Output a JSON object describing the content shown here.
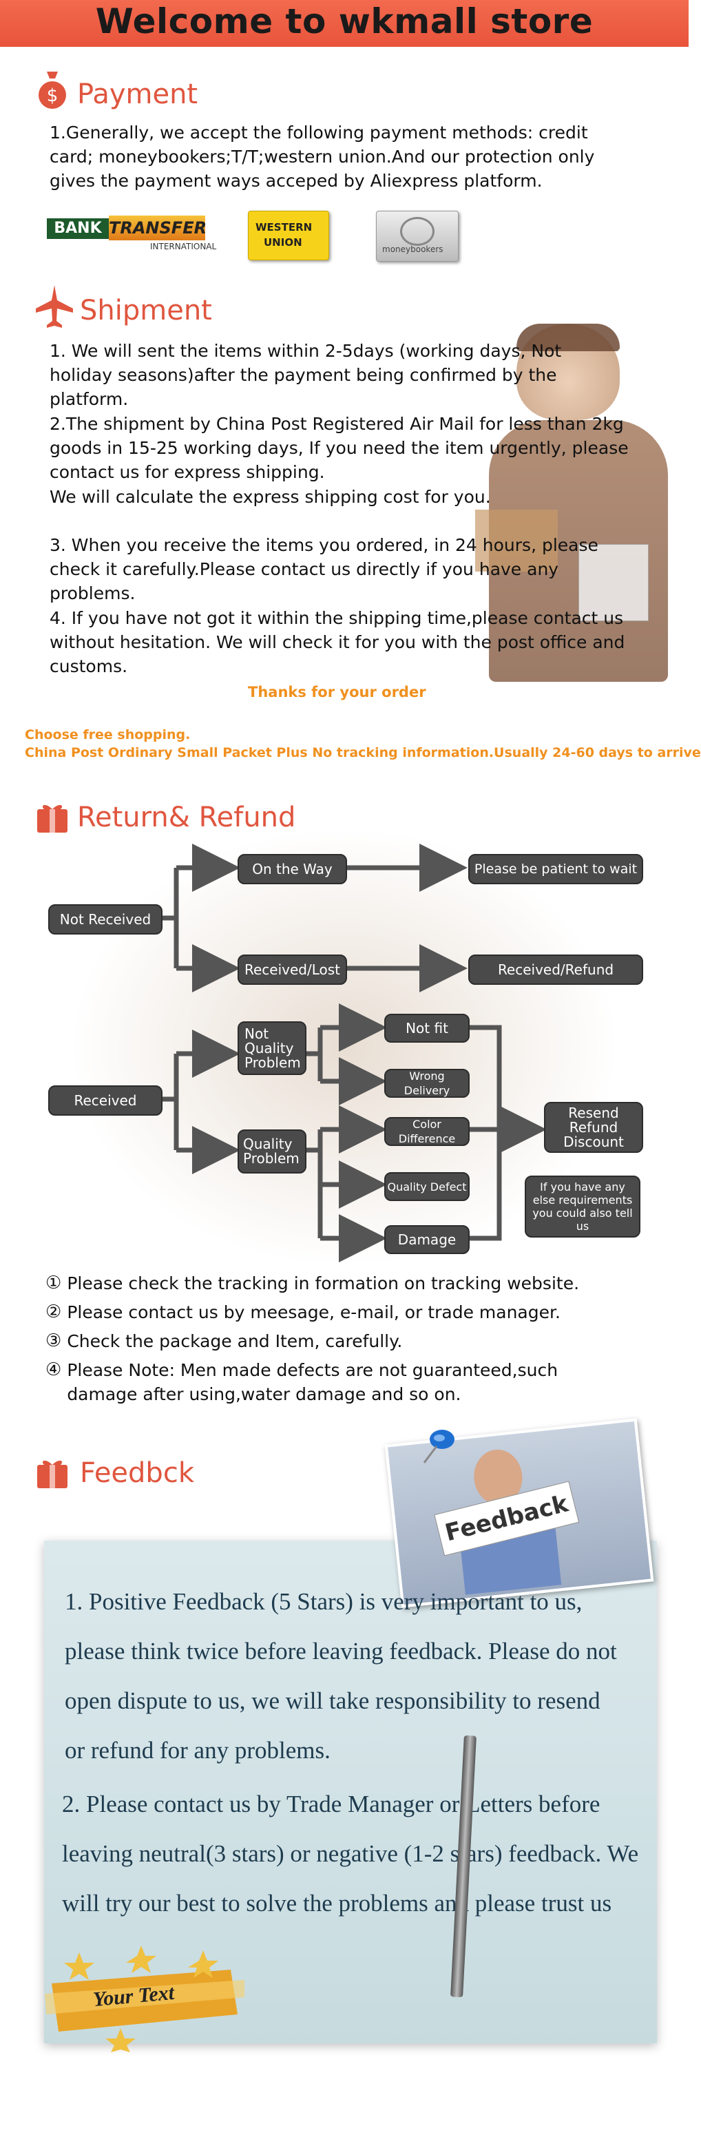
{
  "banner": {
    "title": "Welcome to wkmall store"
  },
  "payment": {
    "title": "Payment",
    "text": "1.Generally, we accept the following payment methods: credit card; moneybookers;T/T;western union.And our protection only gives the payment ways acceped by Aliexpress platform.",
    "logos": {
      "bank1": "BANK",
      "bank2": "TRANSFER",
      "bank3": "INTERNATIONAL",
      "wu1": "WESTERN",
      "wu2": "UNION",
      "mb": "moneybookers"
    }
  },
  "shipment": {
    "title": "Shipment",
    "p1": "1. We will sent the items within 2-5days (working days, Not holiday seasons)after the payment being confirmed by the platform.",
    "p2": "2.The shipment by China Post Registered Air Mail for less than  2kg goods in 15-25 working days, If  you need the item urgently, please contact us for express shipping.",
    "p2b": "We will calculate the express shipping cost for you.",
    "p3": "3. When you receive the items you ordered, in 24 hours, please check  it carefully.Please contact us directly if you have any problems.",
    "p4": "4. If you have not got it within the shipping time,please contact us without hesitation. We will check it for you with the post office and customs.",
    "thanks": "Thanks for your order",
    "free1": "Choose free shopping.",
    "free2": "China Post Ordinary Small Packet Plus No tracking information.Usually 24-60 days to arrive"
  },
  "refund": {
    "title": "Return& Refund",
    "flow": {
      "not_received": "Not Received",
      "on_the_way": "On the Way",
      "patient": "Please be patient to wait",
      "received_lost": "Received/Lost",
      "received_refund": "Received/Refund",
      "received": "Received",
      "not_quality": "Not Quality Problem",
      "quality": "Quality Problem",
      "not_fit": "Not fit",
      "wrong_delivery": "Wrong Delivery",
      "color_diff": "Color Difference",
      "quality_defect": "Quality Defect",
      "damage": "Damage",
      "resend": "Resend Refund Discount",
      "else": "If you have any else requirements you could also tell us"
    },
    "notes": [
      {
        "num": "①",
        "text": "Please check the tracking in formation on tracking website."
      },
      {
        "num": "②",
        "text": "Please contact us by meesage, e-mail, or trade manager."
      },
      {
        "num": "③",
        "text": "Check the package and Item, carefully."
      },
      {
        "num": "④",
        "text": "Please Note: Men made defects  are not guaranteed,such damage after using,water damage and so on."
      }
    ]
  },
  "feedback": {
    "title": "Feedbck",
    "sign": "Feedback",
    "p1": "1. Positive Feedback (5 Stars) is very important to us, please think twice before leaving feedback. Please do not open dispute to us,   we will take responsibility to resend or refund for any problems.",
    "p2": "2. Please contact us by Trade Manager or Letters before leaving neutral(3 stars) or negative (1-2 stars) feedback. We will try our best to solve the problems and please trust us",
    "badge": "Your Text"
  },
  "colors": {
    "accent": "#e0553e",
    "orange": "#f0901e",
    "box": "#4a4a4a"
  }
}
